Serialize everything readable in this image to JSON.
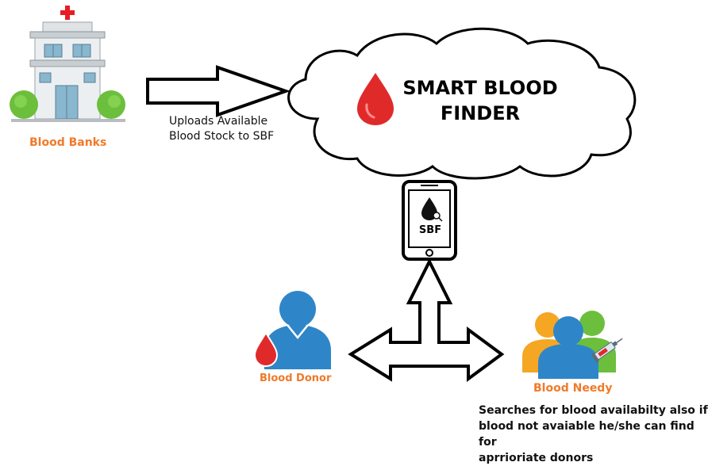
{
  "title_line1": "SMART BLOOD",
  "title_line2": "FINDER",
  "blood_banks": {
    "label": "Blood Banks",
    "upload_line1": "Uploads Available",
    "upload_line2": "Blood Stock to SBF"
  },
  "phone": {
    "label": "SBF"
  },
  "donor": {
    "label": "Blood Donor"
  },
  "needy": {
    "label": "Blood Needy",
    "desc_line1": "Searches for blood availabilty also if",
    "desc_line2": "blood not avaiable he/she can find for",
    "desc_line3": "aprrioriate donors"
  },
  "colors": {
    "label_orange": "#f07a2a",
    "blood_red": "#e02a2a",
    "hospital_cross": "#e81c24",
    "person_blue": "#2e86c8"
  },
  "icons": [
    "hospital-icon",
    "blood-drop-icon",
    "smartphone-icon",
    "blood-donor-icon",
    "blood-needy-group-icon"
  ]
}
